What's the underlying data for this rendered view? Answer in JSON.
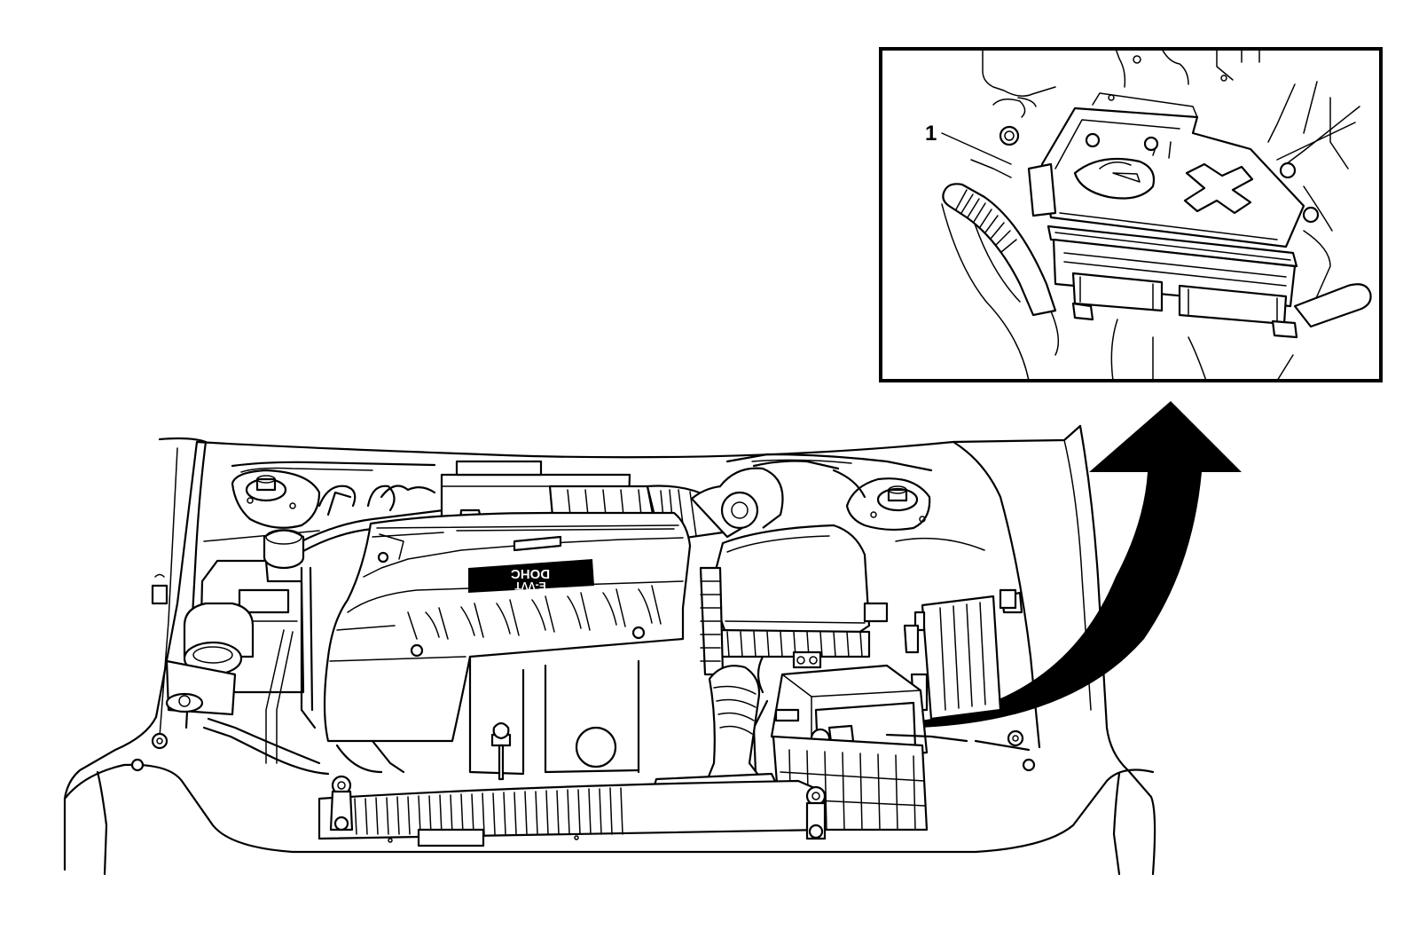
{
  "diagram": {
    "inset": {
      "callout_label": "1"
    },
    "engine_cover": {
      "logo_line1": "DOHC",
      "logo_line2": "E-VVT"
    },
    "colors": {
      "line": "#000000",
      "background": "#ffffff"
    },
    "icons": [
      "curved-arrow-icon"
    ]
  }
}
